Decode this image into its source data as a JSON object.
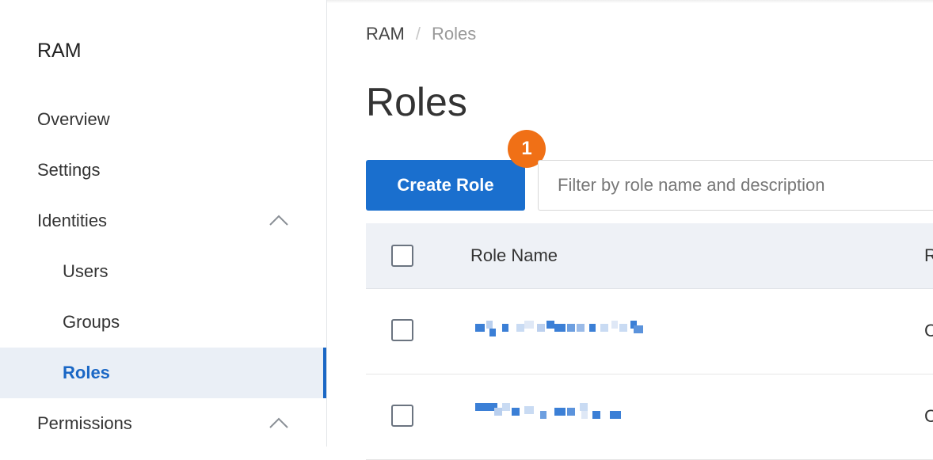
{
  "sidebar": {
    "title": "RAM",
    "items": [
      {
        "label": "Overview"
      },
      {
        "label": "Settings"
      },
      {
        "label": "Identities"
      },
      {
        "label": "Users"
      },
      {
        "label": "Groups"
      },
      {
        "label": "Roles"
      },
      {
        "label": "Permissions"
      }
    ],
    "active_item": "Roles"
  },
  "breadcrumb": {
    "root": "RAM",
    "separator": "/",
    "current": "Roles"
  },
  "page": {
    "title": "Roles"
  },
  "toolbar": {
    "create_label": "Create Role",
    "step_badge": "1",
    "filter_placeholder": "Filter by role name and description"
  },
  "table": {
    "columns": [
      "Role Name",
      "R"
    ],
    "rows": [
      {
        "name_pixelated": true,
        "next_cell": "C"
      },
      {
        "name_pixelated": true,
        "next_cell": "C"
      }
    ]
  },
  "colors": {
    "primary": "#1a6fce",
    "active_text": "#1a67c5",
    "active_bg": "#eaeff6",
    "badge": "#f07016",
    "table_header_bg": "#eef1f6"
  },
  "icons": {
    "expand": "chevron-up-icon"
  }
}
